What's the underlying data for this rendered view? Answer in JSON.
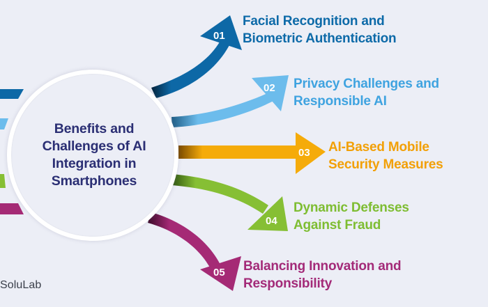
{
  "center": {
    "title_lines": [
      "Benefits and",
      "Challenges of AI",
      "Integration in",
      "Smartphones"
    ]
  },
  "items": [
    {
      "number": "01",
      "line1": "Facial Recognition and",
      "line2": "Biometric Authentication",
      "color": "#0d6aa8"
    },
    {
      "number": "02",
      "line1": "Privacy Challenges and",
      "line2": "Responsible AI",
      "color": "#3fa3e0"
    },
    {
      "number": "03",
      "line1": "AI-Based Mobile",
      "line2": "Security Measures",
      "color": "#f2a007"
    },
    {
      "number": "04",
      "line1": "Dynamic Defenses",
      "line2": "Against Fraud",
      "color": "#7ebd32"
    },
    {
      "number": "05",
      "line1": "Balancing Innovation and",
      "line2": "Responsibility",
      "color": "#a32a78"
    }
  ],
  "arrow_colors": {
    "a1": "#0d68a6",
    "a2": "#6cbcec",
    "a3": "#f5ab0a",
    "a4": "#86bf34",
    "a5": "#a52a75"
  },
  "logo": {
    "text": "SoluLab"
  }
}
